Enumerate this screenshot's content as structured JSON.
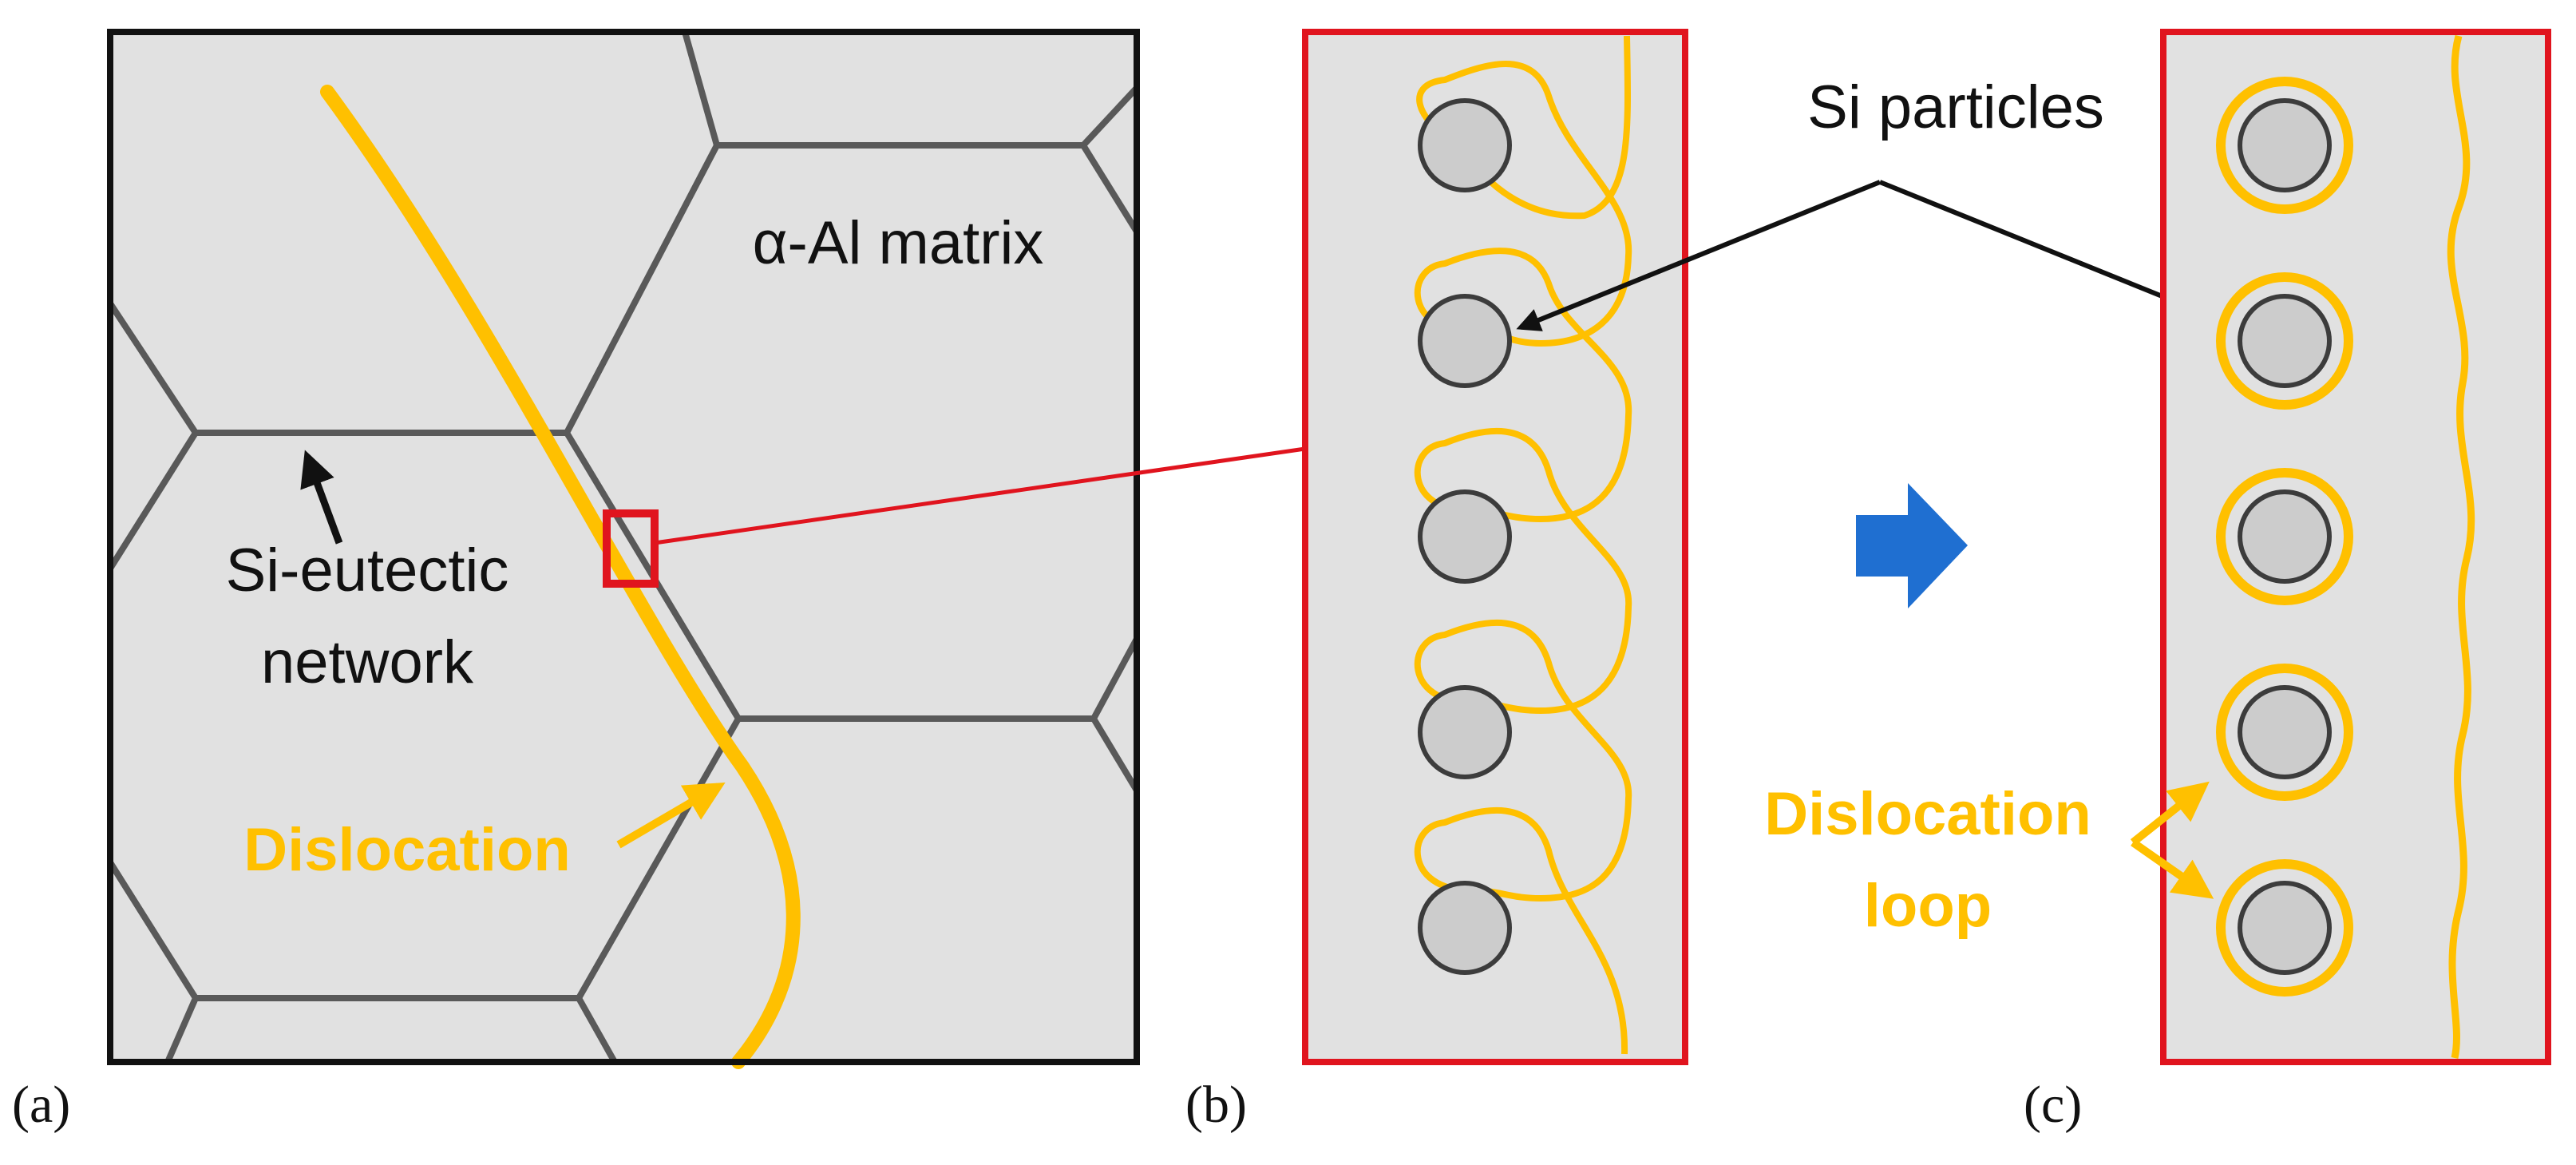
{
  "panels": {
    "a": {
      "tag": "(a)",
      "matrix_label": "α-Al matrix",
      "network_label_line1": "Si-eutectic",
      "network_label_line2": "network",
      "dislocation_label": "Dislocation"
    },
    "b": {
      "tag": "(b)"
    },
    "c": {
      "tag": "(c)",
      "loop_label_line1": "Dislocation",
      "loop_label_line2": "loop"
    }
  },
  "shared": {
    "particles_label": "Si particles"
  },
  "colors": {
    "matrix_fill": "#e1e1e1",
    "grain_boundary": "#595959",
    "frame_black": "#111111",
    "frame_red": "#e0141e",
    "dislocation": "#ffc000",
    "particle_fill": "#cccccc",
    "particle_stroke": "#3c3c3c",
    "arrow_blue": "#1f6fd1"
  }
}
